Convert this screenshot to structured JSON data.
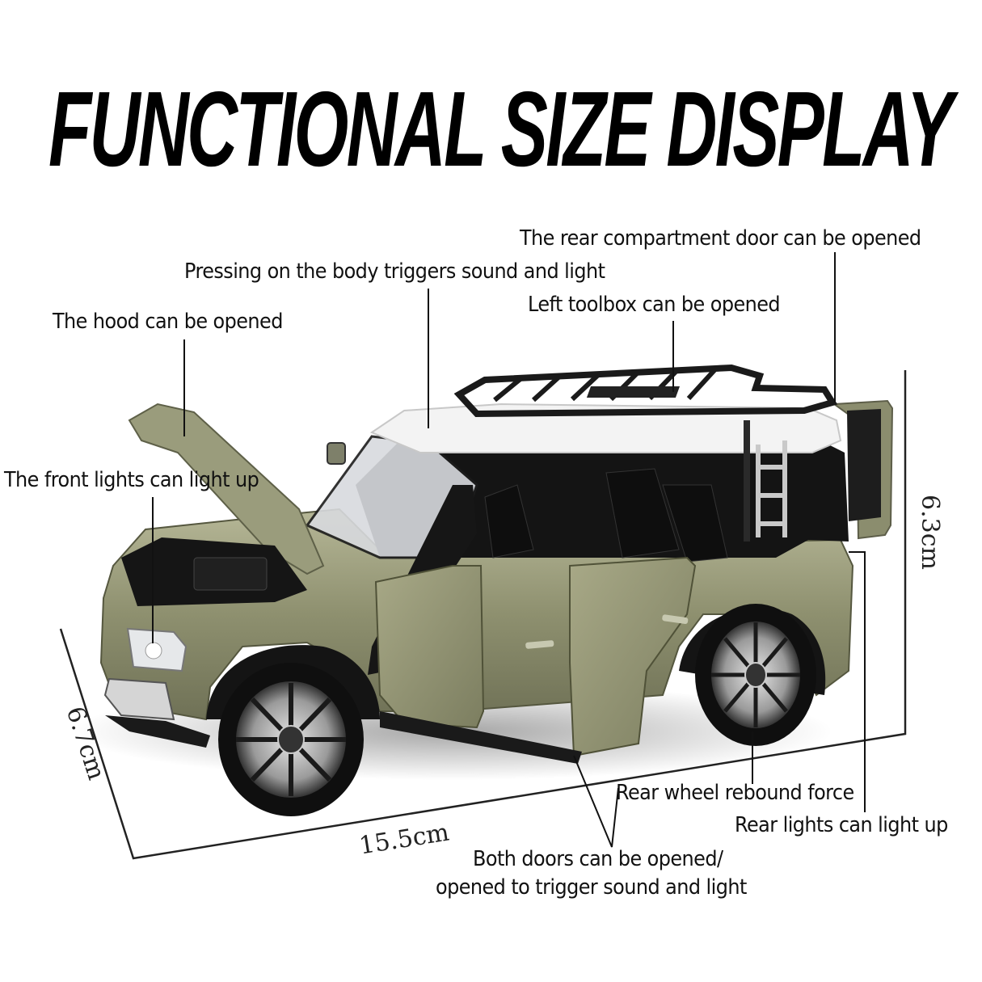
{
  "title": "FUNCTIONAL SIZE DISPLAY",
  "callouts": {
    "rear_door": "The rear compartment door can be opened",
    "body_press": "Pressing on the body triggers sound and light",
    "toolbox": "Left toolbox can be opened",
    "hood": "The hood can be opened",
    "front_lights": "The front lights can light up",
    "rear_wheel": "Rear wheel rebound force",
    "rear_lights": "Rear lights can light up",
    "doors_line1": "Both doors can be opened/",
    "doors_line2": "opened to trigger sound and light"
  },
  "dimensions": {
    "length": "15.5cm",
    "width": "6.7cm",
    "height": "6.3cm"
  },
  "product": {
    "subject": "die-cast SUV model with roof rack and ladder",
    "colors": {
      "body": "#8a8c6e",
      "body_highlight": "#b4b596",
      "roof": "#f2f2f2",
      "trim": "#1c1c1c",
      "wheel_rim": "#c9c9c9"
    }
  }
}
